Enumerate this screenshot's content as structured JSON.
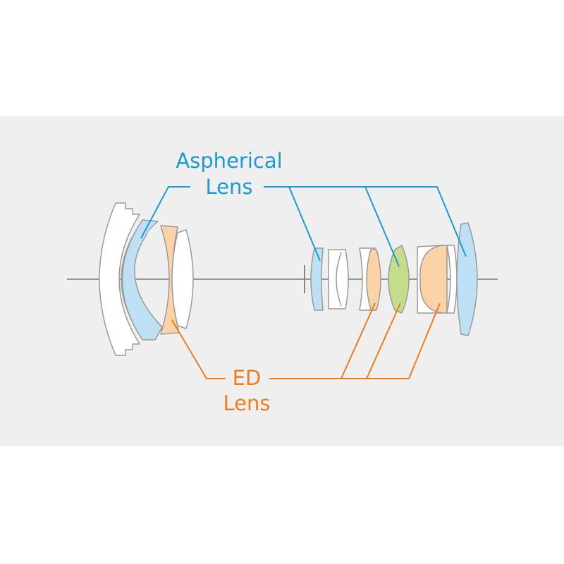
{
  "labels": {
    "aspherical_line1": "Aspherical",
    "aspherical_line2": "Lens",
    "ed_line1": "ED",
    "ed_line2": "Lens"
  },
  "colors": {
    "background": "#ffffff",
    "panel": "#efefef",
    "axis": "#7a7a7a",
    "outline": "#9a9a9a",
    "aspherical": "#1b9ad6",
    "aspherical_fill": "#bde0f5",
    "ed": "#ef7d1a",
    "ed_fill": "#fbd3a6",
    "both_fill": "#c5dd8a",
    "plain_fill": "#ffffff"
  }
}
